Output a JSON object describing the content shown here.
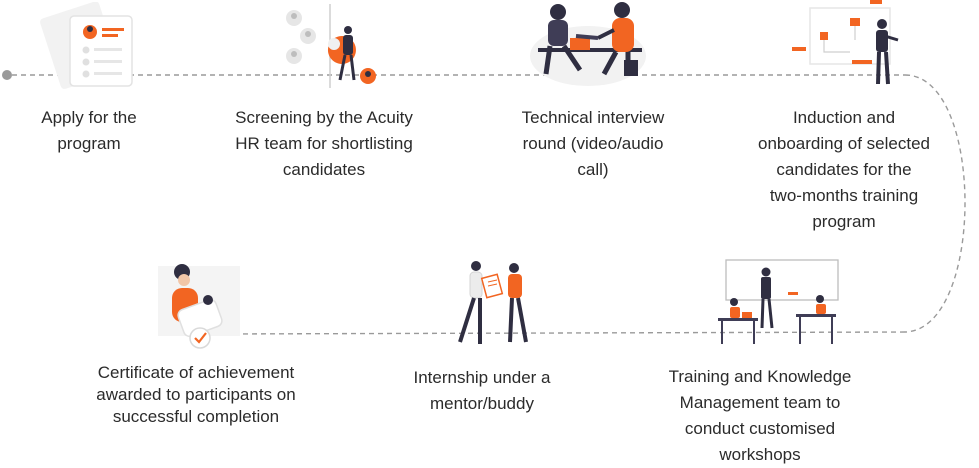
{
  "colors": {
    "accent": "#f26522",
    "ink": "#2f2e41",
    "line": "#9a9a9a",
    "muted": "#e6e6e6"
  },
  "steps": [
    {
      "id": "apply",
      "icon": "application-form-icon",
      "lines": [
        "Apply for the",
        "program"
      ]
    },
    {
      "id": "screening",
      "icon": "candidate-screening-icon",
      "lines": [
        "Screening by the Acuity",
        "HR team for shortlisting",
        "candidates"
      ]
    },
    {
      "id": "interview",
      "icon": "handshake-interview-icon",
      "lines": [
        "Technical interview",
        "round (video/audio",
        "call)"
      ]
    },
    {
      "id": "induction",
      "icon": "onboarding-flowchart-icon",
      "lines": [
        "Induction and",
        "onboarding of selected",
        "candidates for the",
        "two-months training",
        "program"
      ]
    },
    {
      "id": "workshops",
      "icon": "classroom-workshop-icon",
      "lines": [
        "Training and Knowledge",
        "Management team to",
        "conduct customised",
        "workshops"
      ]
    },
    {
      "id": "internship",
      "icon": "mentor-document-icon",
      "lines": [
        "Internship under a",
        "mentor/buddy"
      ]
    },
    {
      "id": "certificate",
      "icon": "certificate-award-icon",
      "lines": [
        "Certificate of achievement",
        "awarded to participants on",
        "successful completion"
      ]
    }
  ]
}
